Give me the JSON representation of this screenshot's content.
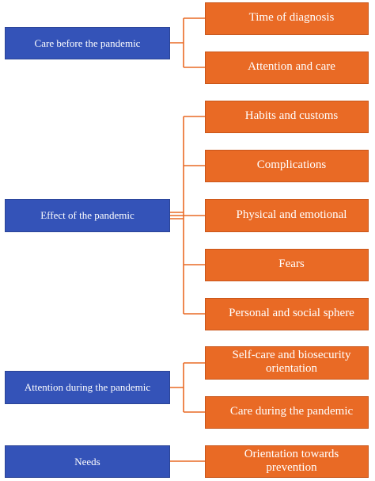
{
  "categories": [
    {
      "label": "Care before the pandemic",
      "items": [
        "Time of diagnosis",
        "Attention and care"
      ]
    },
    {
      "label": "Effect of the pandemic",
      "items": [
        "Habits and customs",
        "Complications",
        "Physical and emotional",
        "Fears",
        "Personal and social sphere"
      ]
    },
    {
      "label": "Attention during the pandemic",
      "items": [
        "Self-care and biosecurity orientation",
        "Care during the pandemic"
      ]
    },
    {
      "label": "Needs",
      "items": [
        "Orientation towards prevention"
      ]
    }
  ],
  "colors": {
    "category_fill": "#3453b8",
    "item_fill": "#e96a25",
    "connector": "#e96a25",
    "text": "#ffffff"
  }
}
